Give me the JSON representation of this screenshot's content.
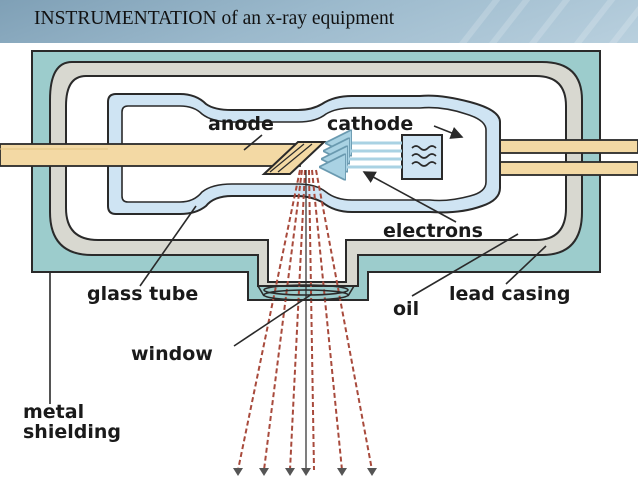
{
  "slide": {
    "title": "INSTRUMENTATION of an x-ray equipment"
  },
  "labels": {
    "anode": "anode",
    "cathode": "cathode",
    "electrons": "electrons",
    "glass_tube": "glass tube",
    "lead_casing": "lead casing",
    "oil": "oil",
    "window": "window",
    "metal_line1": "metal",
    "metal_line2": "shielding"
  },
  "colors": {
    "metal_shielding": "#9ccccc",
    "lead_casing": "#d8d8d0",
    "glass_tube": "#cfe4f3",
    "anode": "#f3d9a4",
    "xray_beam": "#a84a3c",
    "electron_arrows": "#a9d2e3",
    "header": "#9bb9cc"
  }
}
